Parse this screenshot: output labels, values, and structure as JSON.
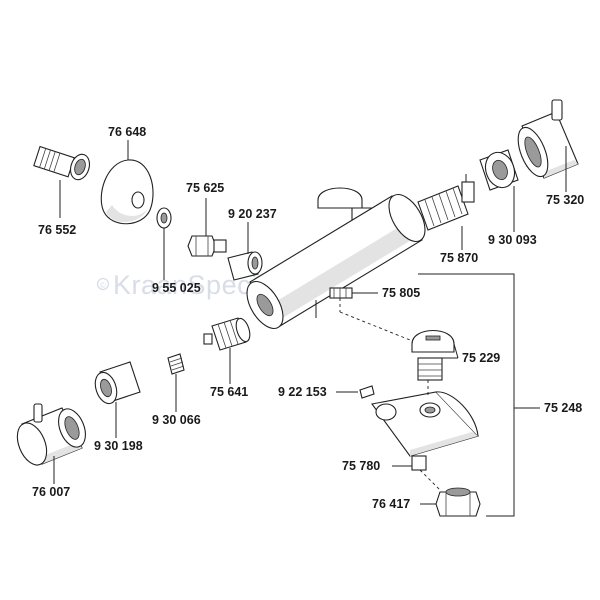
{
  "watermark": "KraanSpecialist.nl",
  "watermark_symbol": "©",
  "parts": [
    {
      "id": "p76648",
      "label": "76 648"
    },
    {
      "id": "p76552",
      "label": "76 552"
    },
    {
      "id": "p75625",
      "label": "75 625"
    },
    {
      "id": "p920237",
      "label": "9 20 237"
    },
    {
      "id": "p955025",
      "label": "9 55 025"
    },
    {
      "id": "p75641",
      "label": "75 641"
    },
    {
      "id": "p930066",
      "label": "9 30 066"
    },
    {
      "id": "p930198",
      "label": "9 30 198"
    },
    {
      "id": "p76007",
      "label": "76 007"
    },
    {
      "id": "p75805",
      "label": "75 805"
    },
    {
      "id": "p75870",
      "label": "75 870"
    },
    {
      "id": "p930093",
      "label": "9 30 093"
    },
    {
      "id": "p75320",
      "label": "75 320"
    },
    {
      "id": "p75229",
      "label": "75 229"
    },
    {
      "id": "p922153",
      "label": "9 22 153"
    },
    {
      "id": "p75248",
      "label": "75 248"
    },
    {
      "id": "p75780",
      "label": "75 780"
    },
    {
      "id": "p76417",
      "label": "76 417"
    }
  ]
}
